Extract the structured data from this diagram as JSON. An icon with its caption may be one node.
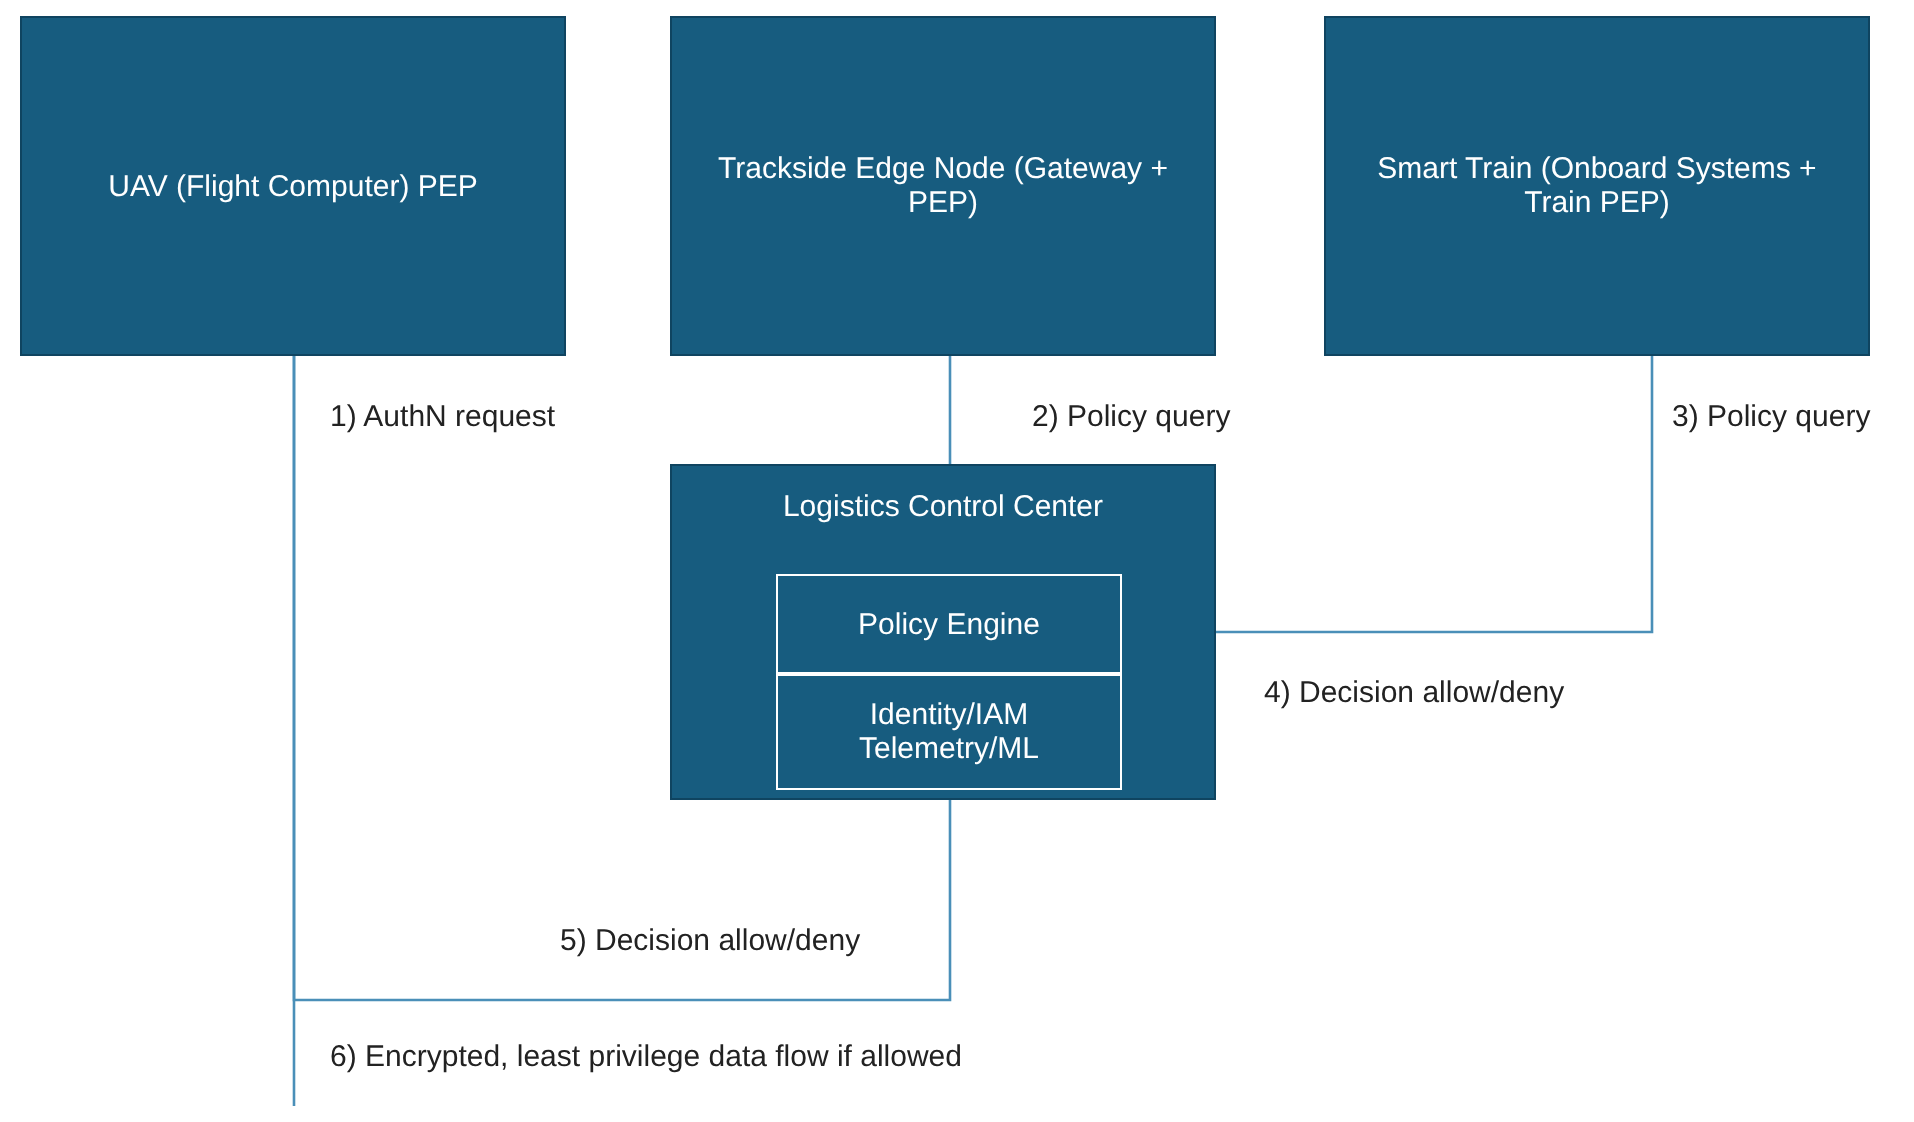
{
  "diagram": {
    "nodes": [
      {
        "text": [
          "UAV (Flight Computer) PEP"
        ]
      },
      {
        "text": [
          "Trackside Edge Node (Gateway + PEP)"
        ]
      },
      {
        "text": [
          "Smart Train (Onboard Systems + Train PEP)"
        ]
      },
      {
        "text": [
          "Logistics Control Center"
        ]
      },
      {
        "text": [
          "Policy Engine"
        ],
        "in": 3
      },
      {
        "text": [
          "Identity/IAM Telemetry/ML"
        ],
        "in": 3
      }
    ],
    "edges": [
      {
        "from": 0,
        "to": null,
        "arrow": "none",
        "label": "1) AuthN request"
      },
      {
        "from": 1,
        "to": 3,
        "arrow": "none",
        "label": "2) Policy query"
      },
      {
        "from": 2,
        "to": 3,
        "arrow": "none",
        "label": "3) Policy query"
      },
      {
        "from": 3,
        "to": 0,
        "arrow": "none",
        "label": "5) Decision allow/deny"
      }
    ],
    "labels": [
      "4) Decision allow/deny",
      "6) Encrypted, least privilege data flow if allowed"
    ]
  }
}
